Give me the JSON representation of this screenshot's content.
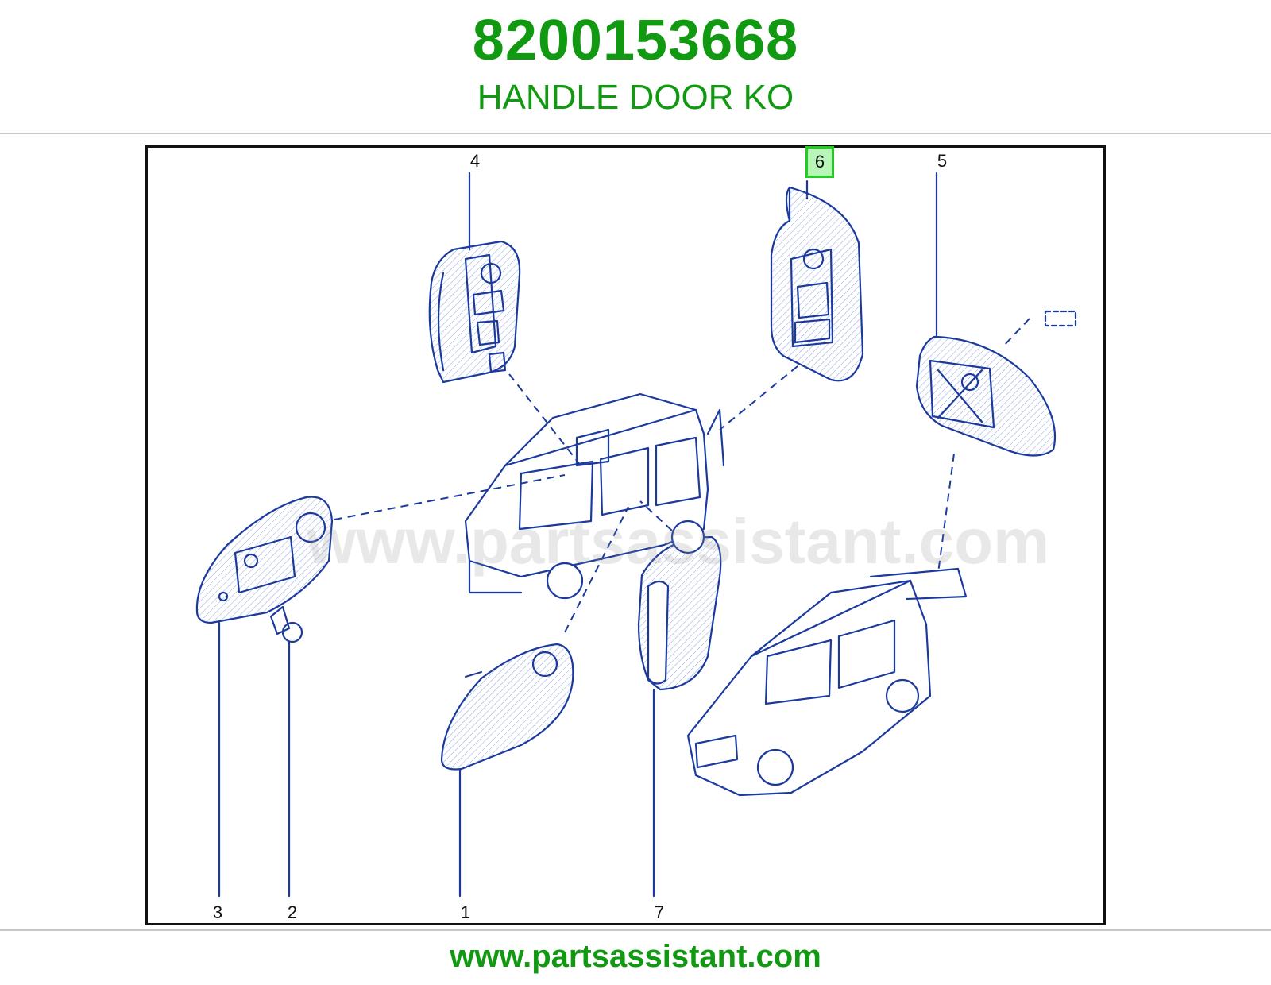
{
  "header": {
    "part_number": "8200153668",
    "part_name": "HANDLE DOOR KO"
  },
  "diagram": {
    "watermark": "www.partsassistant.com",
    "callouts": [
      {
        "id": "callout-4",
        "label": "4"
      },
      {
        "id": "callout-6",
        "label": "6",
        "highlighted": true
      },
      {
        "id": "callout-5",
        "label": "5"
      },
      {
        "id": "callout-3",
        "label": "3"
      },
      {
        "id": "callout-2",
        "label": "2"
      },
      {
        "id": "callout-1",
        "label": "1"
      },
      {
        "id": "callout-7",
        "label": "7"
      }
    ],
    "line_color": "#1b3a9e",
    "highlight_color": "#22cc22"
  },
  "footer": {
    "url": "www.partsassistant.com"
  }
}
